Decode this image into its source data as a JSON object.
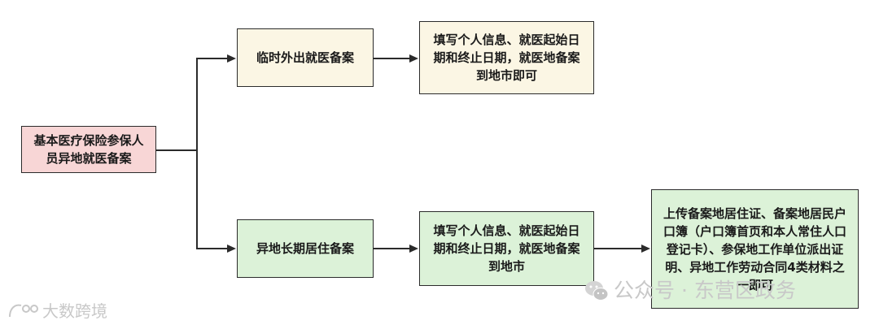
{
  "nodes": {
    "root": "基本医疗保险参保人员异地就医备案",
    "temp": "临时外出就医备案",
    "temp_detail": "填写个人信息、就医起始日期和终止日期，就医地备案到地市即可",
    "long": "异地长期居住备案",
    "long_detail": "填写个人信息、就医起始日期和终止日期，就医地备案到地市",
    "materials": "上传备案地居住证、备案地居民户口簿（户口簿首页和本人常住人口登记卡）、参保地工作单位派出证明、异地工作劳动合同4类材料之一即可"
  },
  "watermarks": {
    "wechat": "公众号 · 东营区政务",
    "brand": "大数跨境"
  },
  "colors": {
    "root_fill": "#f8d6d6",
    "temp_fill": "#fbf6e4",
    "long_fill": "#dcf2d8",
    "border": "#2b2b2b"
  }
}
